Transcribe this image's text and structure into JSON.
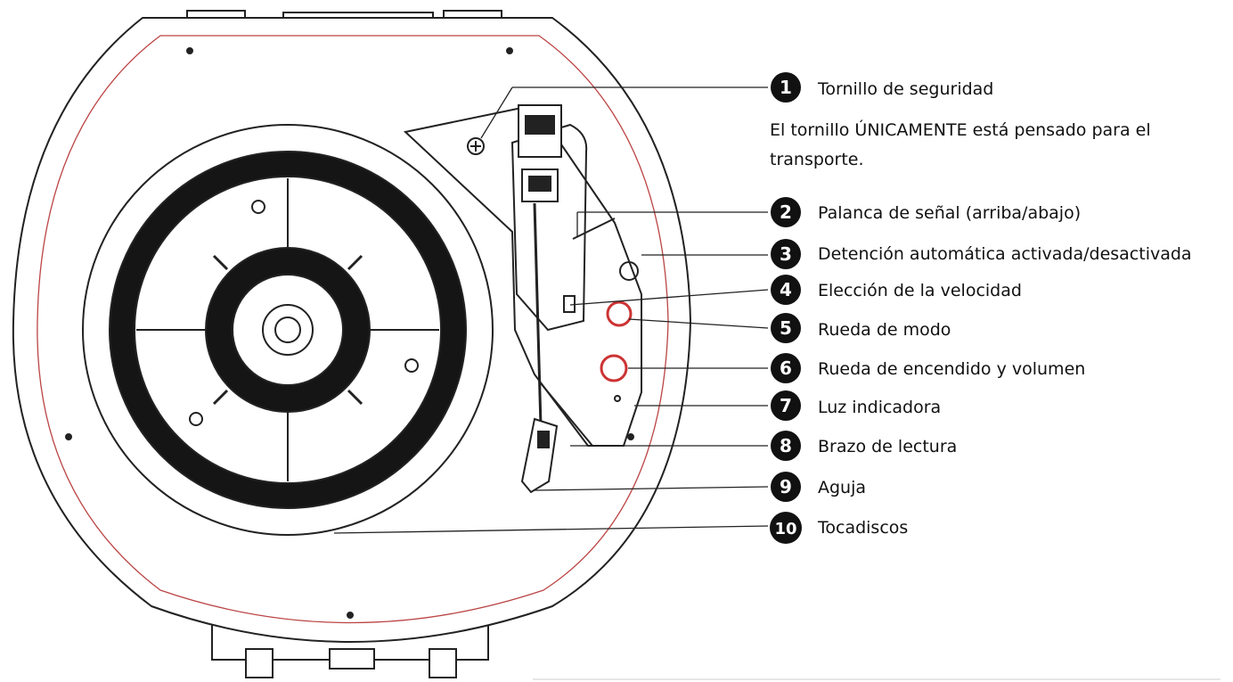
{
  "callouts": [
    {
      "number": "1",
      "label": "Tornillo de seguridad"
    },
    {
      "number": "2",
      "label": "Palanca de señal (arriba/abajo)"
    },
    {
      "number": "3",
      "label": "Detención automática activada/desactivada"
    },
    {
      "number": "4",
      "label": "Elección de la velocidad"
    },
    {
      "number": "5",
      "label": "Rueda de modo"
    },
    {
      "number": "6",
      "label": "Rueda de encendido y volumen"
    },
    {
      "number": "7",
      "label": "Luz indicadora"
    },
    {
      "number": "8",
      "label": "Brazo de lectura"
    },
    {
      "number": "9",
      "label": "Aguja"
    },
    {
      "number": "10",
      "label": "Tocadiscos"
    }
  ],
  "note_line1": "El tornillo ÚNICAMENTE está pensado para el",
  "note_line2": "transporte.",
  "colors": {
    "stroke": "#222222",
    "badge": "#111111",
    "accent_ring": "#d35b5b"
  }
}
